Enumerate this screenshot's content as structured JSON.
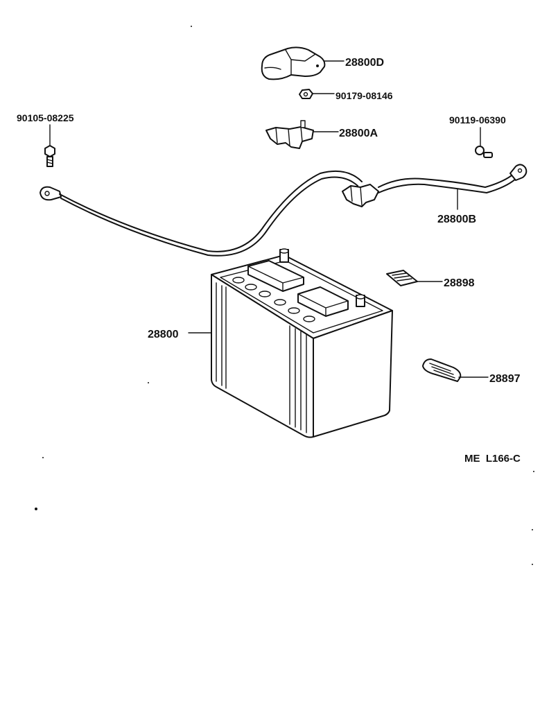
{
  "diagram": {
    "parts": [
      {
        "id": "cover",
        "number": "28800D"
      },
      {
        "id": "nut",
        "number": "90179-08146"
      },
      {
        "id": "clamp",
        "number": "28800A"
      },
      {
        "id": "ground-bolt",
        "number": "90105-08225"
      },
      {
        "id": "terminal-bolt",
        "number": "90119-06390"
      },
      {
        "id": "cable",
        "number": "28800B"
      },
      {
        "id": "label-small",
        "number": "28898"
      },
      {
        "id": "battery",
        "number": "28800"
      },
      {
        "id": "label-large",
        "number": "28897"
      }
    ],
    "figure_code": "ME  L166-C"
  }
}
